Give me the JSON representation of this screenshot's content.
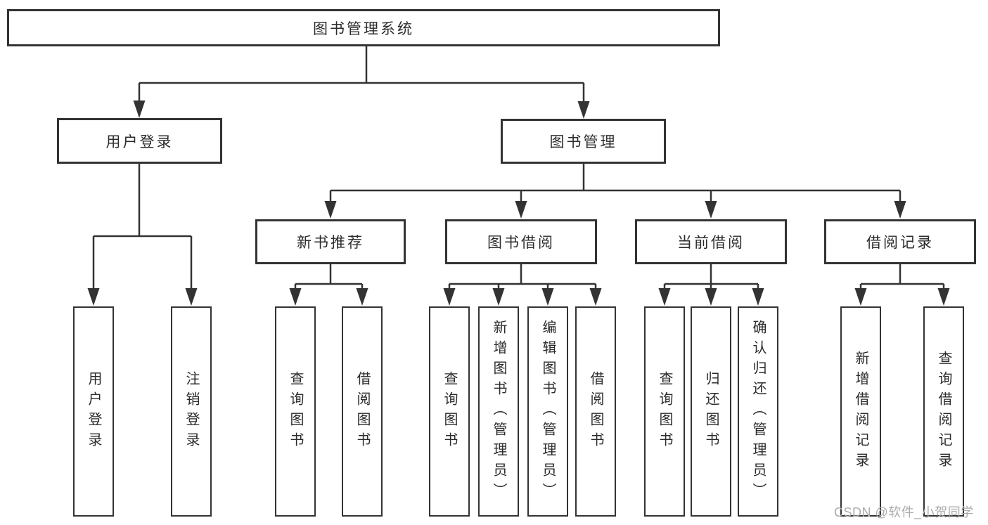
{
  "tree": {
    "root": {
      "label": "图书管理系统"
    },
    "branches": [
      {
        "label": "用户登录",
        "leaves": [
          {
            "label": "用户登录"
          },
          {
            "label": "注销登录"
          }
        ]
      },
      {
        "label": "图书管理",
        "groups": [
          {
            "label": "新书推荐",
            "leaves": [
              {
                "label": "查询图书"
              },
              {
                "label": "借阅图书"
              }
            ]
          },
          {
            "label": "图书借阅",
            "leaves": [
              {
                "label": "查询图书"
              },
              {
                "label": "新增图书（管理员）"
              },
              {
                "label": "编辑图书（管理员）"
              },
              {
                "label": "借阅图书"
              }
            ]
          },
          {
            "label": "当前借阅",
            "leaves": [
              {
                "label": "查询图书"
              },
              {
                "label": "归还图书"
              },
              {
                "label": "确认归还（管理员）"
              }
            ]
          },
          {
            "label": "借阅记录",
            "leaves": [
              {
                "label": "新增借阅记录"
              },
              {
                "label": "查询借阅记录"
              }
            ]
          }
        ]
      }
    ]
  },
  "watermark": {
    "text": "CSDN @软件_小贺同学"
  },
  "colors": {
    "line": "#333333",
    "text": "#2b2b2b",
    "box_background": "#ffffff",
    "page_background": "#ffffff",
    "watermark": "#ababab"
  }
}
